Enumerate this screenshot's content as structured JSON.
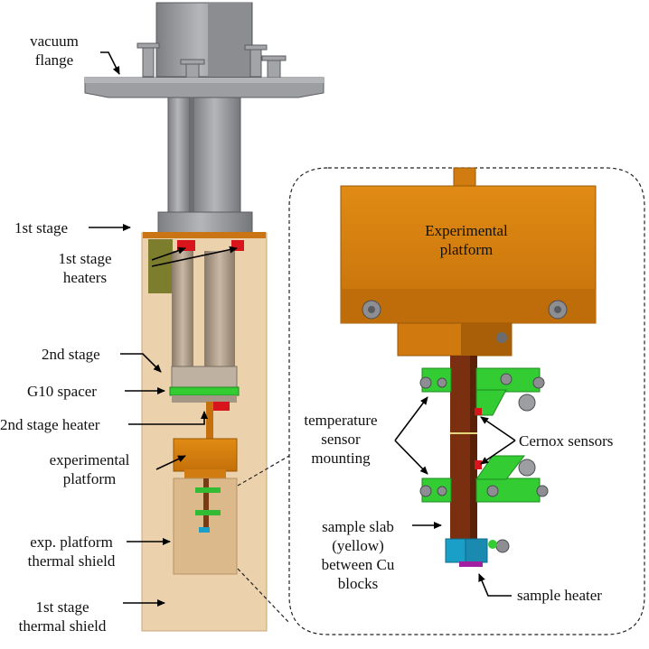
{
  "labels": {
    "vacuum_flange": [
      "vacuum",
      "flange"
    ],
    "first_stage": "1st stage",
    "first_stage_heaters": [
      "1st stage",
      "heaters"
    ],
    "second_stage": "2nd stage",
    "g10_spacer": "G10 spacer",
    "second_stage_heater": "2nd stage heater",
    "experimental_platform": [
      "experimental",
      "platform"
    ],
    "exp_platform_thermal_shield": [
      "exp. platform",
      "thermal shield"
    ],
    "first_stage_thermal_shield": [
      "1st stage",
      "thermal shield"
    ],
    "inset_platform": [
      "Experimental",
      "platform"
    ],
    "temperature_sensor_mounting": [
      "temperature",
      "sensor",
      "mounting"
    ],
    "cernox_sensors": "Cernox sensors",
    "sample_slab": [
      "sample slab",
      "(yellow)",
      "between Cu",
      "blocks"
    ],
    "sample_heater": "sample heater"
  },
  "colors": {
    "steel": "#9a9ca0",
    "steel_dark": "#6e7074",
    "copper": "#d9820f",
    "copper_dark": "#a85f08",
    "shield": "#e8c9a0",
    "green": "#33cc33",
    "red_heater": "#d8141c",
    "cu_block": "#1aa0c8",
    "slab": "#7a2f10"
  }
}
